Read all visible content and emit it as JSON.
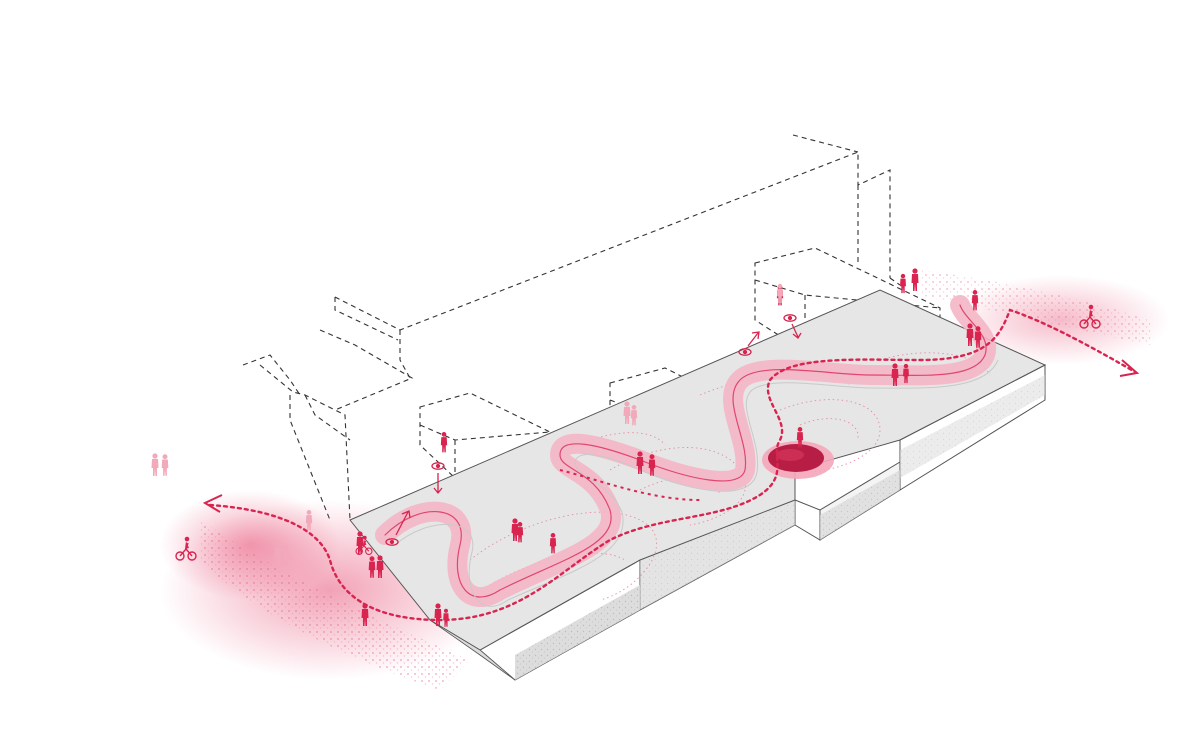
{
  "diagram": {
    "palette": {
      "accent": "#d8244f",
      "accent_light": "#f2a9b9",
      "accent_pale": "#f7d3dc",
      "platform_top": "#e6e6e6",
      "platform_side": "#ffffff",
      "platform_texture": "#c8c8c8",
      "outline": "#555555",
      "ghost_line": "#333333"
    },
    "icons": {
      "people": "person-icon",
      "cyclist": "cyclist-icon",
      "viewpoint": "eye-icon",
      "direction": "arrow-icon",
      "seat": "bench-icon"
    },
    "elements": [
      "ghost-building-outline",
      "terraced-platform",
      "serpentine-boardwalk",
      "circular-pool",
      "movement-path",
      "contour-lines",
      "viewpoints",
      "pedestrians",
      "cyclists"
    ]
  }
}
